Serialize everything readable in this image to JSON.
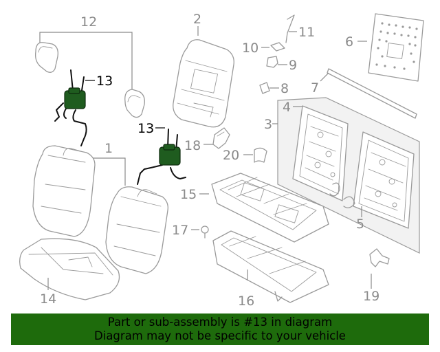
{
  "callouts": {
    "c1": "1",
    "c2": "2",
    "c3": "3",
    "c4": "4",
    "c5": "5",
    "c6": "6",
    "c7": "7",
    "c8": "8",
    "c9": "9",
    "c10": "10",
    "c11": "11",
    "c12": "12",
    "c13a": "13",
    "c13b": "13",
    "c14": "14",
    "c15": "15",
    "c16": "16",
    "c17": "17",
    "c18": "18",
    "c19": "19",
    "c20": "20"
  },
  "highlight_part": "13",
  "colors": {
    "banner_bg": "#1e6b0c",
    "part_stroke": "#9a9a9a",
    "highlight_stroke": "#000000",
    "motor_fill": "#1f5c1f"
  },
  "banner": {
    "line1": "Part or sub-assembly is #13 in diagram",
    "line2": "Diagram may not be specific to your vehicle"
  }
}
